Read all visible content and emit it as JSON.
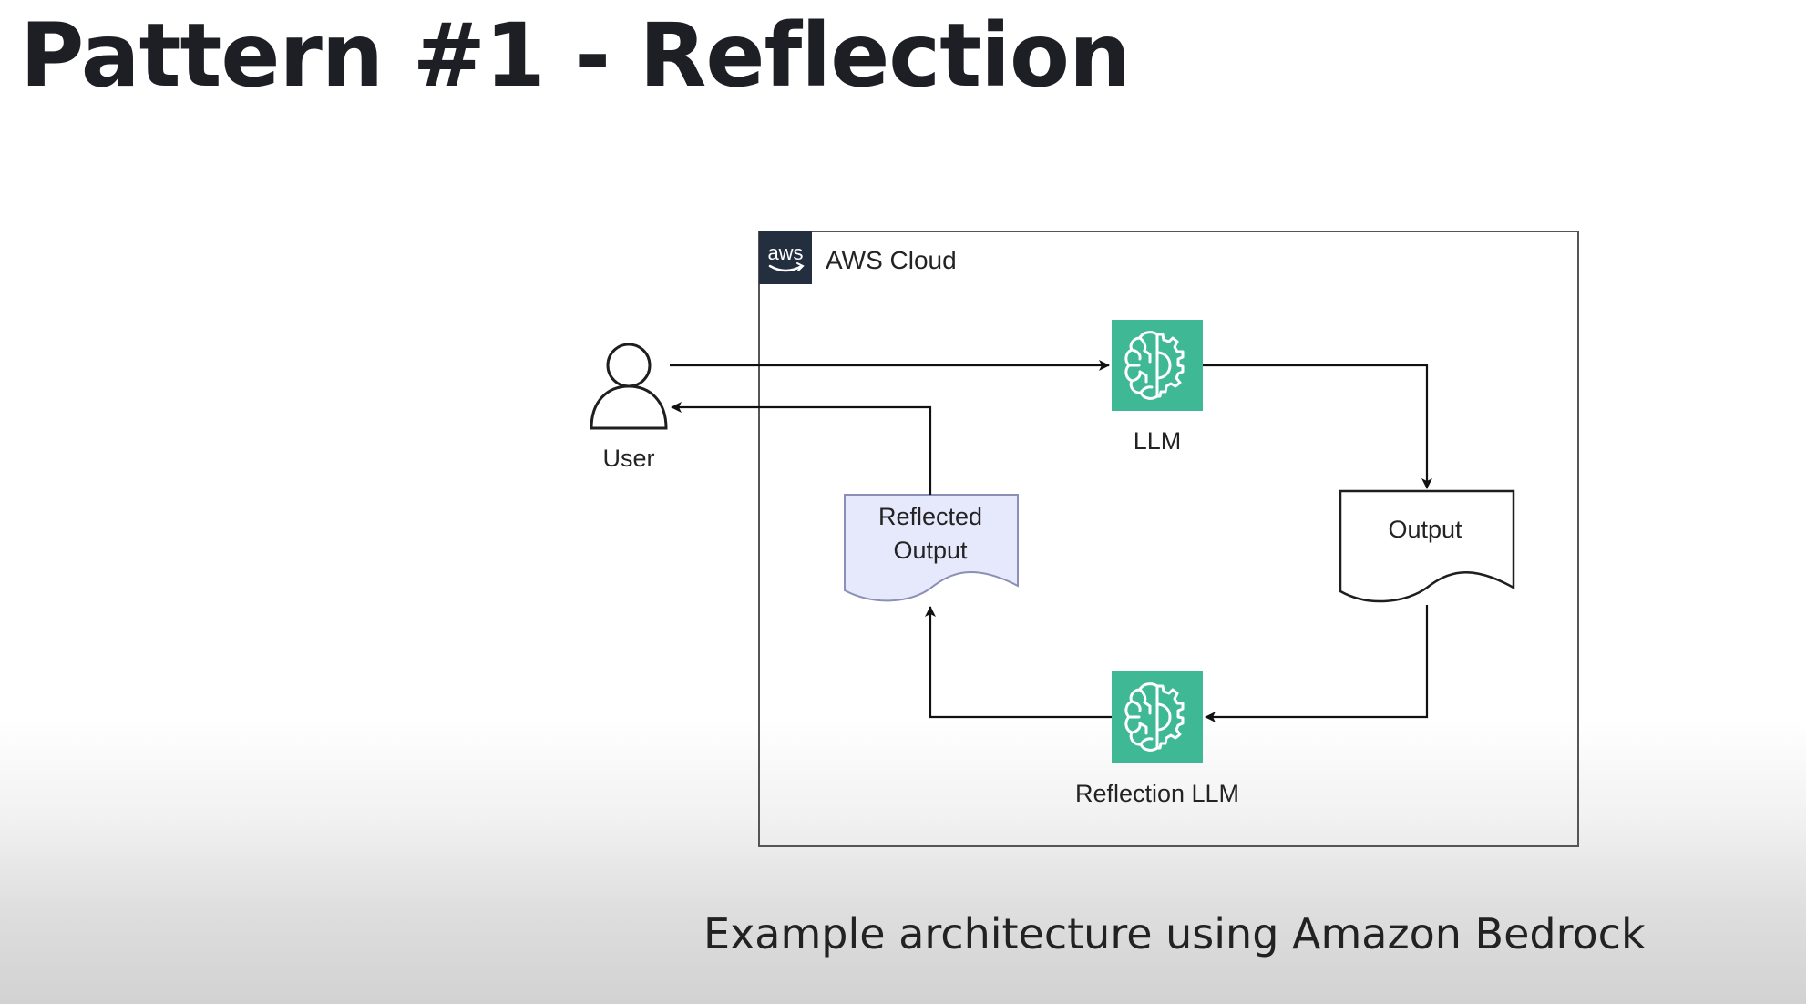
{
  "slide": {
    "title": "Pattern #1 - Reflection",
    "caption": "Example architecture using Amazon Bedrock"
  },
  "diagram": {
    "cloud": {
      "logo_text": "aws",
      "label": "AWS Cloud",
      "logo_icon": "aws-logo-icon"
    },
    "nodes": {
      "user": {
        "label": "User",
        "icon": "user-icon"
      },
      "llm": {
        "label": "LLM",
        "icon": "brain-gear-icon"
      },
      "output": {
        "label": "Output",
        "icon": "document-shape"
      },
      "reflection_llm": {
        "label": "Reflection LLM",
        "icon": "brain-gear-icon"
      },
      "reflected_output": {
        "label_line1": "Reflected",
        "label_line2": "Output",
        "icon": "document-shape"
      }
    },
    "colors": {
      "model_icon": "#3fb895",
      "reflected_doc_fill": "#e6e9fc",
      "aws_logo_bg": "#232f3e",
      "border": "#555555"
    }
  }
}
